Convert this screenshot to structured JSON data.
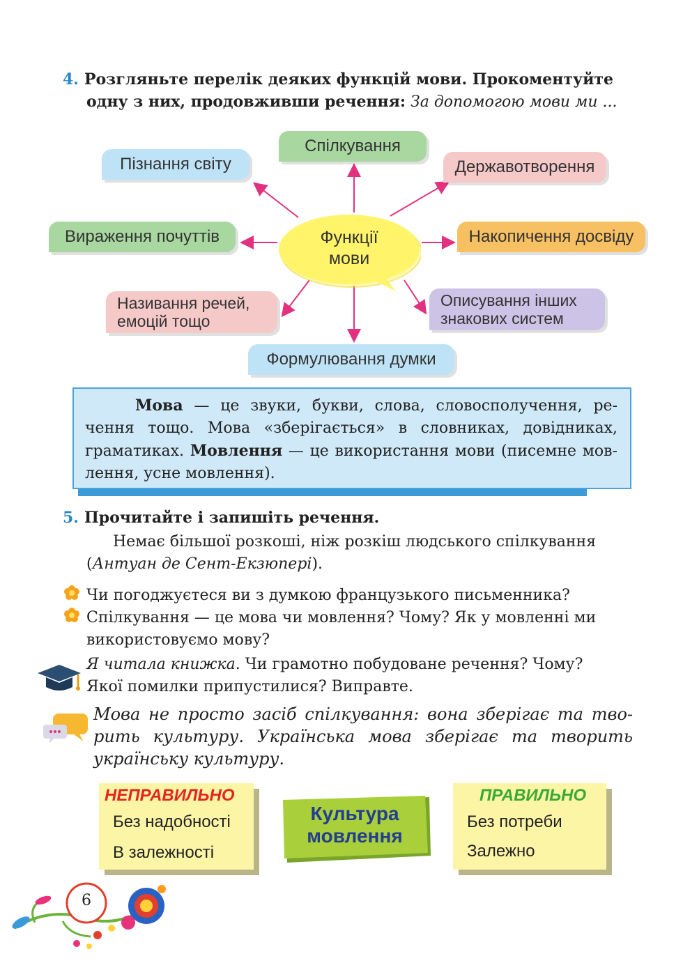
{
  "task4": {
    "number": "4.",
    "line1": "Розгляньте перелік деяких функцій мови. Прокоментуйте",
    "line2_bold": "одну з них, продовживши речення:",
    "line2_italic": "За допомогою мови ми ..."
  },
  "diagram": {
    "center_line1": "Функції",
    "center_line2": "мови",
    "items": {
      "communication": "Спілкування",
      "cognition": "Пізнання світу",
      "statebuilding": "Державотворення",
      "feelings": "Вираження почуттів",
      "experience": "Накопичення досвіду",
      "naming_line1": "Називання речей,",
      "naming_line2": "емоцій тощо",
      "describing_line1": "Описування інших",
      "describing_line2": "знакових систем",
      "thought": "Формулювання думки"
    },
    "colors": {
      "blue": "#bfe3f6",
      "green": "#a8d7a0",
      "pink": "#f6c9c9",
      "orange": "#f7c062",
      "lilac": "#cdc3e6",
      "center": "#fff46a",
      "arrow": "#e2317f"
    }
  },
  "definition": {
    "term1": "Мова",
    "text1": " — це звуки, букви, слова, словосполучення, ре­чення тощо. Мова «зберігається» в словниках, довідниках, граматиках. ",
    "term2": "Мовлення",
    "text2": " — це використання мови (писемне мов­лення, усне мовлення)."
  },
  "task5": {
    "number": "5.",
    "heading": "Прочитайте і запишіть речення.",
    "quote": "Немає більшої розкоші, ніж розкіш людського спілкування",
    "author_open": "(",
    "author": "Антуан де Сент-Екзюпері",
    "author_close": ")."
  },
  "questions": {
    "q1": "Чи погоджуєтеся ви з думкою французького письменника?",
    "q2_line1": "Спілкування — це мова чи мовлення? Чому? Як у мовленні ми",
    "q2_line2": "використовуємо мову?",
    "q3_italic": "Я читала книжка",
    "q3_line1": ". Чи грамотно побудоване речення? Чому?",
    "q3_line2": "Якої помилки припустилися? Виправте."
  },
  "note": {
    "text": "Мова не просто засіб спілкування: вона зберігає та тво­рить культуру. Українська мова зберігає та творить укра­їнську культуру."
  },
  "culture": {
    "label_line1": "Культура",
    "label_line2": "мовлення",
    "wrong_title": "НЕПРАВИЛЬНО",
    "wrong_items": [
      "Без надобності",
      "В залежності"
    ],
    "right_title": "ПРАВИЛЬНО",
    "right_items": [
      "Без потреби",
      "Залежно"
    ],
    "colors": {
      "wrong": "#e52420",
      "right": "#3aa935",
      "label_bg": "#a9cf3b",
      "label_text": "#243e8f"
    }
  },
  "page_number": "6",
  "icons": [
    "flower-bullet-icon",
    "graduation-cap-icon",
    "speech-bubbles-icon",
    "floral-ornament-icon"
  ]
}
